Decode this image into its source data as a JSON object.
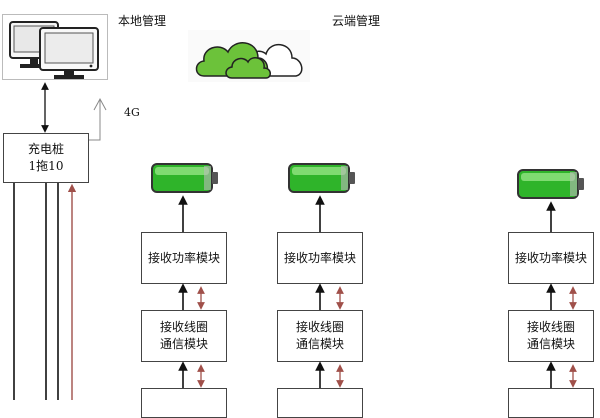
{
  "title_local": "本地管理",
  "title_cloud": "云端管理",
  "label_4g": "4G",
  "charger": {
    "line1": "充电桩",
    "line2": "1拖10"
  },
  "modules": [
    {
      "power": "接收功率模块",
      "coil_line1": "接收线圈",
      "coil_line2": "通信模块"
    },
    {
      "power": "接收功率模块",
      "coil_line1": "接收线圈",
      "coil_line2": "通信模块"
    },
    {
      "power": "接收功率模块",
      "coil_line1": "接收线圈",
      "coil_line2": "通信模块"
    }
  ],
  "colors": {
    "arrow_black": "#111111",
    "arrow_red": "#a0504a",
    "cloud_green": "#6cc23a",
    "battery_green": "#2fb42a"
  },
  "icons": {
    "computer": "computer-monitors-icon",
    "cloud": "cloud-icon",
    "battery": "battery-full-icon"
  }
}
